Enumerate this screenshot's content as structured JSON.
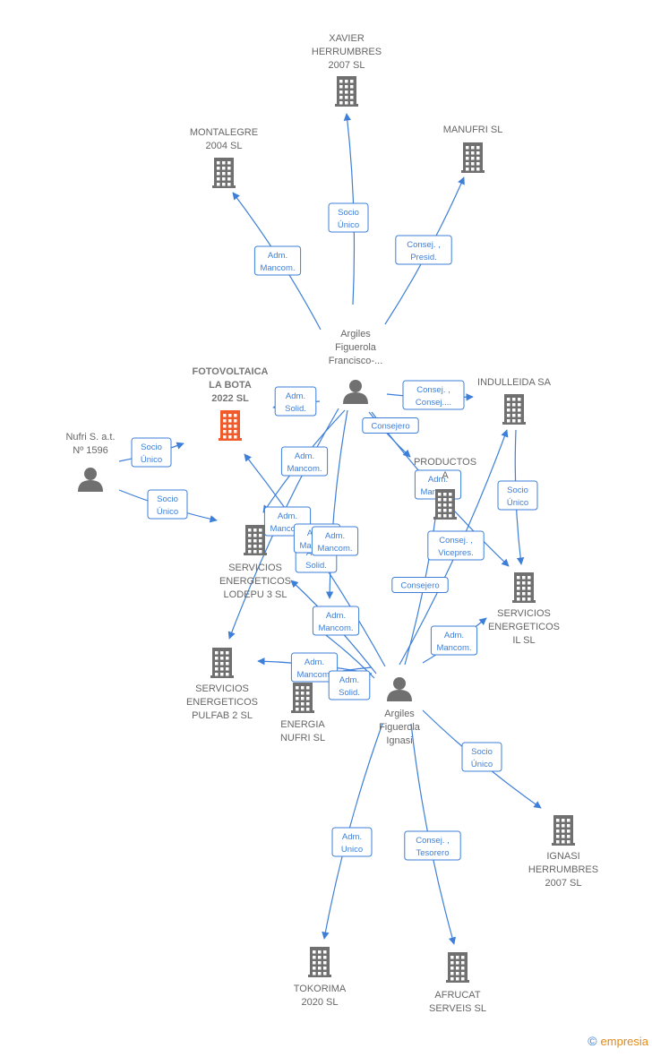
{
  "colors": {
    "edge": "#3d7fd8",
    "building": "#707070",
    "focus": "#f15a2b",
    "person": "#707070"
  },
  "nodes": [
    {
      "id": "xavier",
      "type": "company",
      "lines": [
        "XAVIER",
        "HERRUMBRES",
        "2007 SL"
      ]
    },
    {
      "id": "montalegre",
      "type": "company",
      "lines": [
        "MONTALEGRE",
        "2004  SL"
      ]
    },
    {
      "id": "manufri",
      "type": "company",
      "lines": [
        "MANUFRI SL"
      ]
    },
    {
      "id": "fotovoltaica",
      "type": "focus",
      "lines": [
        "FOTOVOLTAICA",
        "LA BOTA",
        "2022  SL"
      ]
    },
    {
      "id": "argiles_f",
      "type": "person",
      "lines": [
        "Argiles",
        "Figuerola",
        "Francisco-..."
      ]
    },
    {
      "id": "indulleida",
      "type": "company",
      "lines": [
        "INDULLEIDA SA"
      ]
    },
    {
      "id": "nufri",
      "type": "person",
      "lines": [
        "Nufri S. a.t.",
        "Nº 1596"
      ]
    },
    {
      "id": "productos",
      "type": "company",
      "lines": [
        "PRODUCTOS",
        "A"
      ]
    },
    {
      "id": "lodepu",
      "type": "company",
      "lines": [
        "SERVICIOS",
        "ENERGETICOS",
        "LODEPU 3  SL"
      ]
    },
    {
      "id": "il",
      "type": "company",
      "lines": [
        "SERVICIOS",
        "ENERGETICOS",
        "IL  SL"
      ]
    },
    {
      "id": "pulfab",
      "type": "company",
      "lines": [
        "SERVICIOS",
        "ENERGETICOS",
        "PULFAB 2  SL"
      ]
    },
    {
      "id": "energia",
      "type": "company",
      "lines": [
        "ENERGIA",
        "NUFRI  SL"
      ]
    },
    {
      "id": "argiles_i",
      "type": "person",
      "lines": [
        "Argiles",
        "Figuerola",
        "Ignasi"
      ]
    },
    {
      "id": "ignasi",
      "type": "company",
      "lines": [
        "IGNASI",
        "HERRUMBRES",
        "2007 SL"
      ]
    },
    {
      "id": "tokorima",
      "type": "company",
      "lines": [
        "TOKORIMA",
        "2020  SL"
      ]
    },
    {
      "id": "afrucat",
      "type": "company",
      "lines": [
        "AFRUCAT",
        "SERVEIS SL"
      ]
    }
  ],
  "edges": [
    {
      "from": "argiles_f",
      "to": "xavier",
      "label": [
        "Socio",
        "Único"
      ]
    },
    {
      "from": "argiles_f",
      "to": "montalegre",
      "label": [
        "Adm.",
        "Mancom."
      ]
    },
    {
      "from": "argiles_f",
      "to": "manufri",
      "label": [
        "Consej. ,",
        "Presid."
      ]
    },
    {
      "from": "argiles_f",
      "to": "fotovoltaica",
      "label": [
        "Adm.",
        "Solid."
      ]
    },
    {
      "from": "argiles_f",
      "to": "indulleida",
      "label": [
        "Consej. ,",
        "Consej...."
      ]
    },
    {
      "from": "argiles_f",
      "to": "productos",
      "label": [
        "Consejero"
      ]
    },
    {
      "from": "argiles_f",
      "to": "lodepu",
      "label": [
        "Adm.",
        "Mancom."
      ]
    },
    {
      "from": "argiles_f",
      "to": "pulfab",
      "label": [
        "Adm.",
        "Mancom."
      ]
    },
    {
      "from": "argiles_f",
      "to": "energia",
      "label": [
        "Adm.",
        "Solid."
      ]
    },
    {
      "from": "argiles_f",
      "to": "il",
      "label": [
        "Adm.",
        "Mancom."
      ]
    },
    {
      "from": "nufri",
      "to": "fotovoltaica",
      "label": [
        "Socio",
        "Único"
      ]
    },
    {
      "from": "nufri",
      "to": "lodepu",
      "label": [
        "Socio",
        "Único"
      ]
    },
    {
      "from": "indulleida",
      "to": "il",
      "label": [
        "Socio",
        "Único"
      ]
    },
    {
      "from": "argiles_i",
      "to": "fotovoltaica",
      "label": [
        "Adm.",
        "Mancom."
      ]
    },
    {
      "from": "argiles_i",
      "to": "lodepu",
      "label": [
        "Adm.",
        "Mancom."
      ]
    },
    {
      "from": "argiles_i",
      "to": "pulfab",
      "label": [
        "Adm.",
        "Mancom."
      ]
    },
    {
      "from": "argiles_i",
      "to": "energia",
      "label": [
        "Adm.",
        "Solid."
      ]
    },
    {
      "from": "argiles_i",
      "to": "productos",
      "label": [
        "Consej. ,",
        "Vicepres."
      ]
    },
    {
      "from": "argiles_i",
      "to": "indulleida",
      "label": [
        "Consejero"
      ]
    },
    {
      "from": "argiles_i",
      "to": "il",
      "label": [
        "Adm.",
        "Mancom."
      ]
    },
    {
      "from": "argiles_i",
      "to": "ignasi",
      "label": [
        "Socio",
        "Único"
      ]
    },
    {
      "from": "argiles_i",
      "to": "tokorima",
      "label": [
        "Adm.",
        "Unico"
      ]
    },
    {
      "from": "argiles_i",
      "to": "afrucat",
      "label": [
        "Consej. ,",
        "Tesorero"
      ]
    },
    {
      "from": "argiles_i",
      "to": "energia",
      "label": [
        "Adm.",
        "Mancom."
      ]
    }
  ],
  "footer": {
    "copyright": "©",
    "brand": "empresia"
  }
}
